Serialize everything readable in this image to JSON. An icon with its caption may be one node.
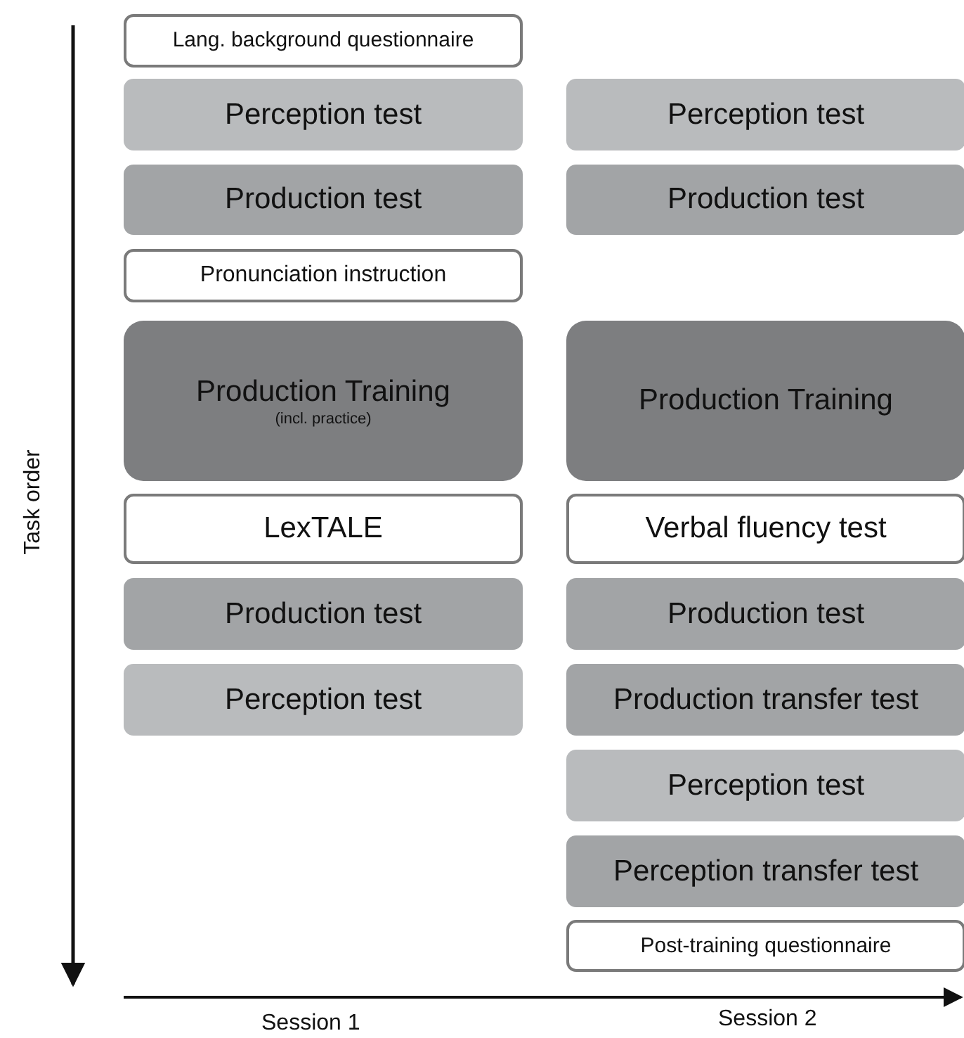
{
  "diagram": {
    "nodes": [
      {
        "text": [
          "Lang. background questionnaire"
        ]
      },
      {
        "text": [
          "Perception test"
        ]
      },
      {
        "text": [
          "Production test"
        ]
      },
      {
        "text": [
          "Pronunciation instruction"
        ]
      },
      {
        "text": [
          "Production Training",
          "(incl. practice)"
        ]
      },
      {
        "text": [
          "LexTALE"
        ]
      },
      {
        "text": [
          "Production test"
        ]
      },
      {
        "text": [
          "Perception test"
        ]
      },
      {
        "text": [
          "Perception test"
        ]
      },
      {
        "text": [
          "Production test"
        ]
      },
      {
        "text": [
          "Production Training"
        ]
      },
      {
        "text": [
          "Verbal fluency test"
        ]
      },
      {
        "text": [
          "Production test"
        ]
      },
      {
        "text": [
          "Production transfer test"
        ]
      },
      {
        "text": [
          "Perception test"
        ]
      },
      {
        "text": [
          "Perception transfer test"
        ]
      },
      {
        "text": [
          "Post-training questionnaire"
        ]
      }
    ],
    "labels": [
      "Task order",
      "Session 1",
      "Session 2"
    ]
  }
}
